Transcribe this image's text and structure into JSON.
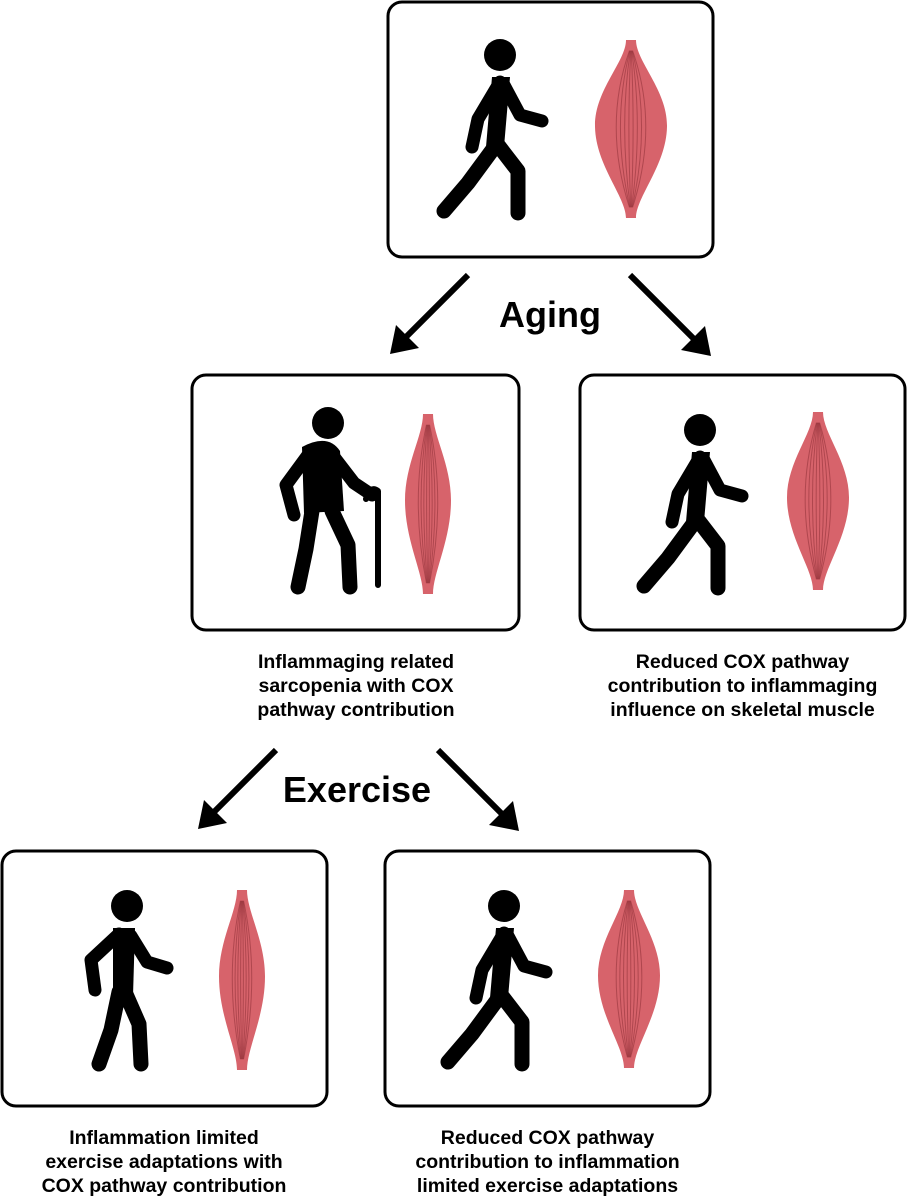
{
  "colors": {
    "muscle_fill": "#d7636b",
    "muscle_striation": "#8e2f37",
    "figure": "#000000",
    "box_border": "#000000"
  },
  "labels": {
    "aging": "Aging",
    "exercise": "Exercise"
  },
  "panels": {
    "top": {
      "person_icon": "walking-person-icon",
      "muscle_icon": "large-muscle-icon"
    },
    "mid_left": {
      "person_icon": "elderly-person-with-cane-icon",
      "muscle_icon": "thin-muscle-icon",
      "caption": [
        "Inflammaging related",
        "sarcopenia with COX",
        "pathway contribution"
      ]
    },
    "mid_right": {
      "person_icon": "walking-person-icon",
      "muscle_icon": "muscle-icon",
      "caption": [
        "Reduced COX pathway",
        "contribution to inflammaging",
        "influence on skeletal muscle"
      ]
    },
    "bottom_left": {
      "person_icon": "slow-walking-person-icon",
      "muscle_icon": "thin-muscle-icon",
      "caption": [
        "Inflammation limited",
        "exercise adaptations with",
        "COX pathway contribution"
      ]
    },
    "bottom_right": {
      "person_icon": "walking-person-icon",
      "muscle_icon": "muscle-icon",
      "caption": [
        "Reduced COX pathway",
        "contribution to inflammation",
        "limited exercise adaptations"
      ]
    }
  }
}
